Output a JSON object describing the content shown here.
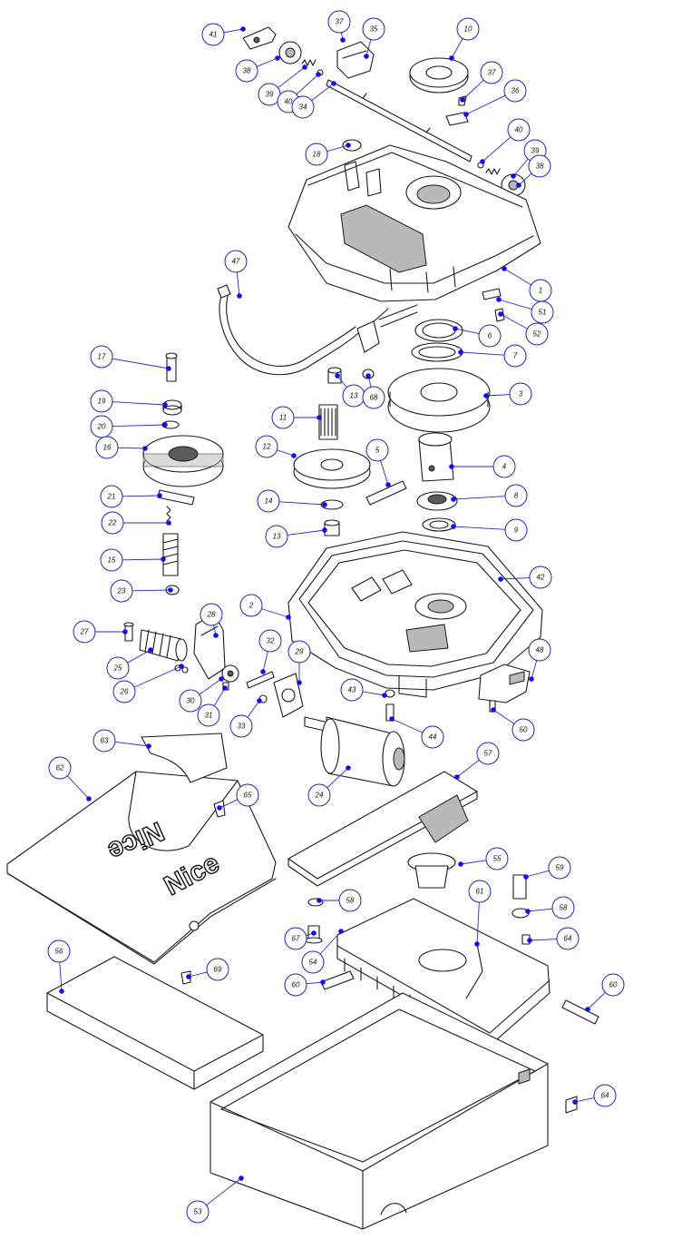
{
  "diagram": {
    "part_numbers": [
      "41",
      "37",
      "35",
      "10",
      "38",
      "39",
      "40",
      "34",
      "37",
      "36",
      "18",
      "40",
      "39",
      "38",
      "1",
      "51",
      "52",
      "47",
      "6",
      "7",
      "17",
      "13",
      "68",
      "3",
      "19",
      "11",
      "20",
      "16",
      "5",
      "4",
      "12",
      "8",
      "21",
      "14",
      "9",
      "22",
      "13",
      "15",
      "42",
      "23",
      "2",
      "28",
      "27",
      "48",
      "25",
      "32",
      "29",
      "26",
      "30",
      "31",
      "33",
      "43",
      "50",
      "44",
      "63",
      "62",
      "65",
      "24",
      "57",
      "55",
      "59",
      "58",
      "58",
      "67",
      "54",
      "61",
      "64",
      "56",
      "69",
      "60",
      "60",
      "64",
      "53"
    ],
    "logo_text": [
      "Nice",
      "Nice"
    ],
    "colors": {
      "leader": "#2a2ac8",
      "dot": "#1010e6",
      "bubble_border": "#2424b4",
      "line": "#1a1a1a"
    }
  }
}
